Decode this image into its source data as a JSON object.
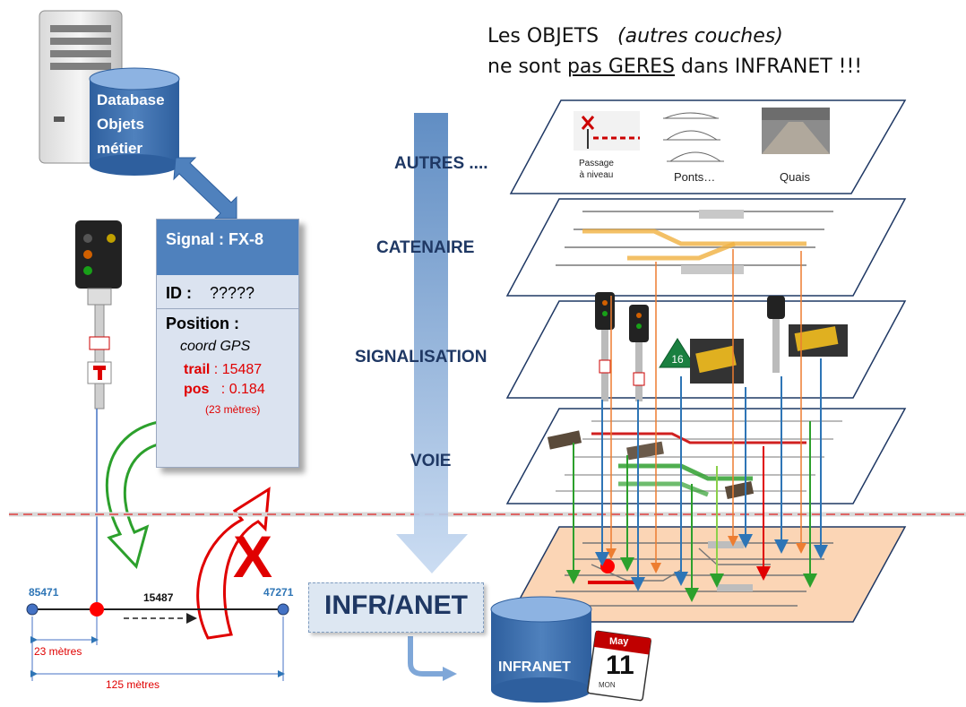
{
  "header": {
    "line1_prefix": "Les OBJETS",
    "line1_italic": "(autres couches)",
    "line2_prefix": "ne sont",
    "line2_underlined": "pas GERES",
    "line2_suffix": "dans INFRANET !!!"
  },
  "database": {
    "lines": [
      "Database",
      "Objets",
      "métier"
    ]
  },
  "signal_card": {
    "title": "Signal : FX-8",
    "id_label": "ID :",
    "id_value": "?????",
    "position_label": "Position :",
    "coord": "coord GPS",
    "trail_label": "trail",
    "trail_value": ": 15487",
    "pos_label": "pos",
    "pos_value": ":  0.184",
    "distance_note": "(23 mètres)"
  },
  "layers": {
    "autres": "AUTRES ....",
    "catenaire": "CATENAIRE",
    "signalisation": "SIGNALISATION",
    "voie": "VOIE"
  },
  "layer_items": {
    "passage": [
      "Passage",
      "à niveau"
    ],
    "ponts": "Ponts…",
    "quais": "Quais",
    "sign_number": "16"
  },
  "track": {
    "left_node": "85471",
    "right_node": "47271",
    "segment_id": "15487",
    "dist_short": "23 mètres",
    "dist_total": "125 mètres"
  },
  "infranet": {
    "logo": "INFR/ANET",
    "db_label": "INFRANET"
  },
  "calendar": {
    "month": "May",
    "day": "11",
    "weekday": "MON"
  },
  "colors": {
    "layer_lbl": "#1f3864",
    "card_title_bg": "#4f81bd",
    "red": "#e00000",
    "node_blue": "#2e75b6",
    "green": "#2ca02c",
    "orange": "#ed7d31"
  }
}
